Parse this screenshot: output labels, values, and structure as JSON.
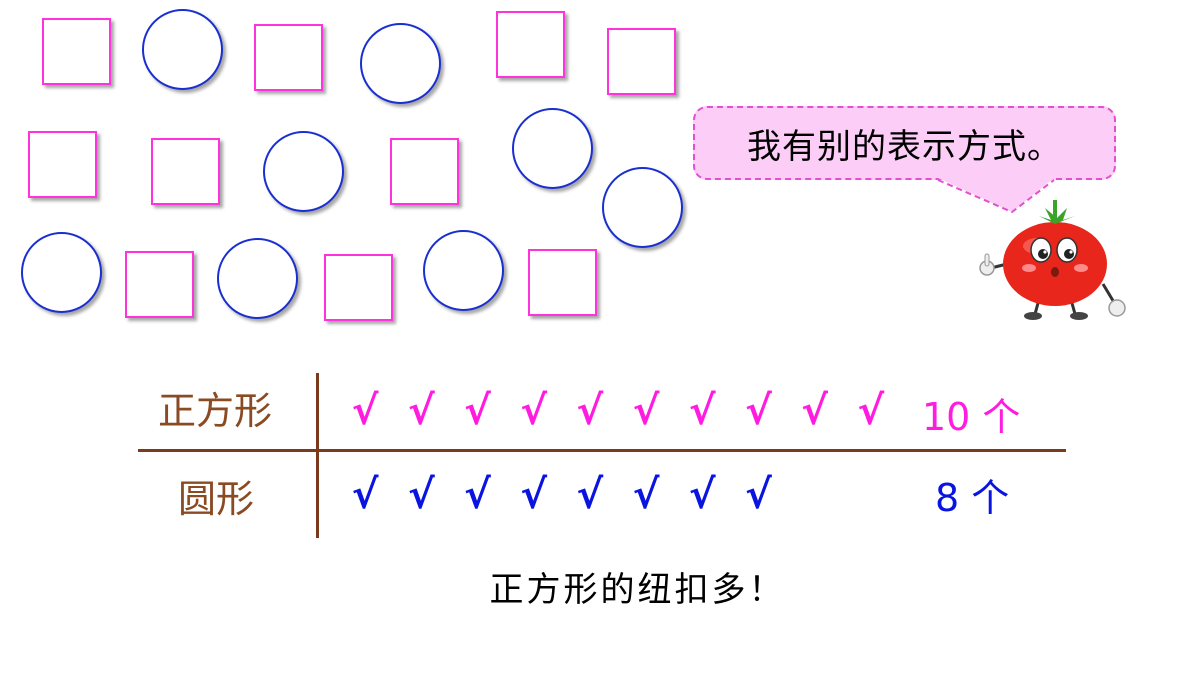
{
  "speech_bubble": {
    "text": "我有别的表示方式。"
  },
  "tally": {
    "rows": [
      {
        "label": "正方形",
        "mark": "√",
        "mark_count": 10,
        "count_text": "10 个",
        "color": "#ff1ce0"
      },
      {
        "label": "圆形",
        "mark": "√",
        "mark_count": 8,
        "count_text": "8 个",
        "color": "#0a14e0"
      }
    ]
  },
  "conclusion": "正方形的纽扣多！",
  "shapes": {
    "square_color": "#ff33dd",
    "circle_color": "#1a2fd0",
    "square_count": 10,
    "circle_count": 8
  },
  "mascot": {
    "icon": "tomato-mascot-icon"
  }
}
